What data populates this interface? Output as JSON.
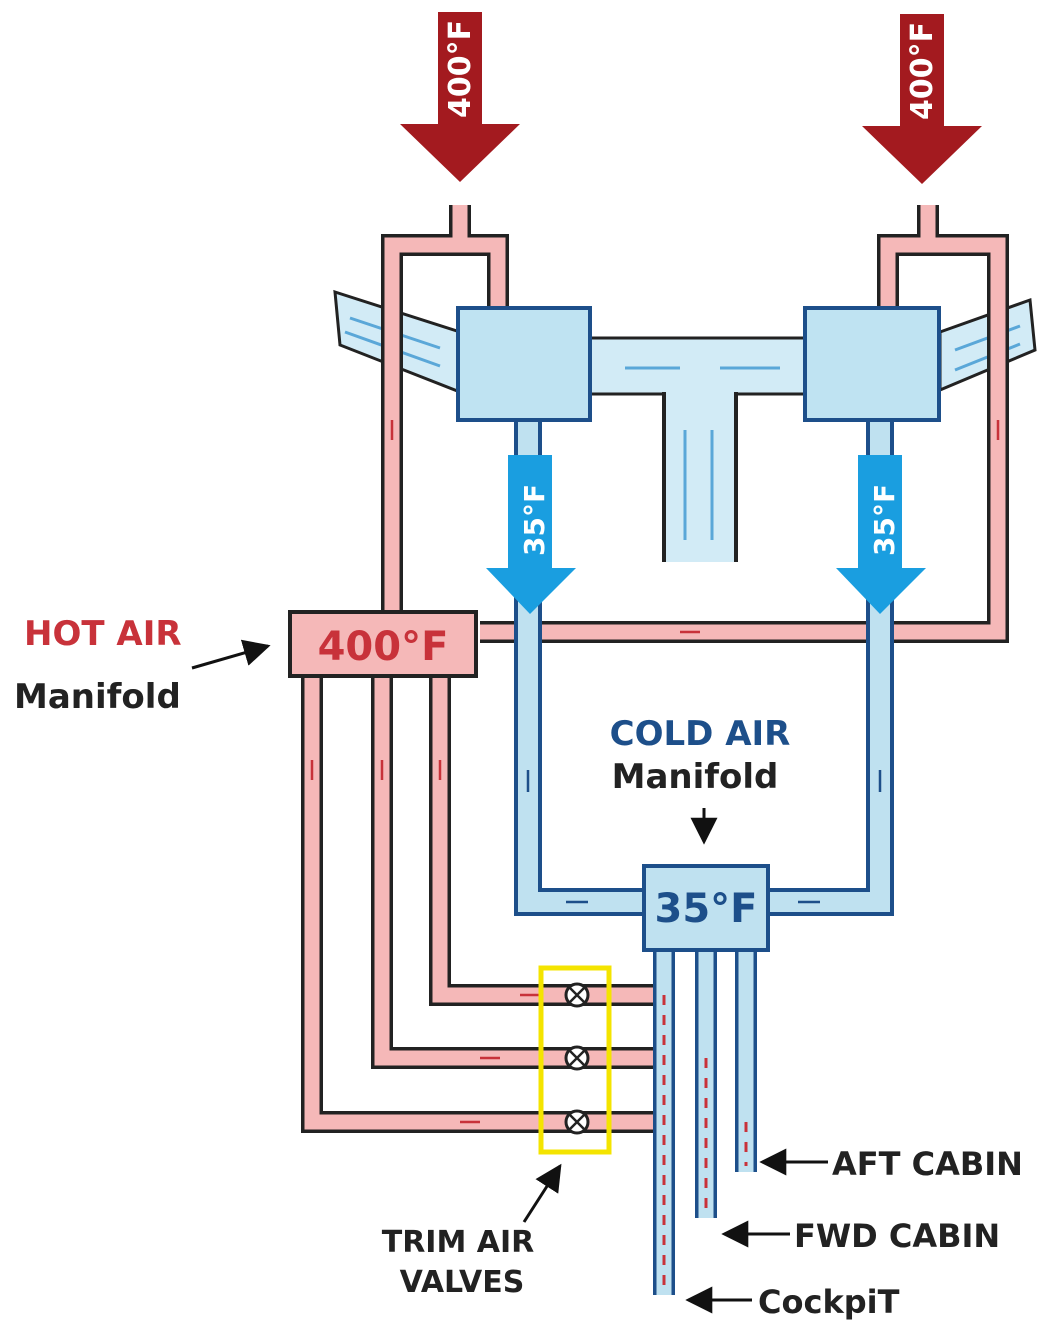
{
  "inputs": {
    "left_temp": "400°F",
    "right_temp": "400°F"
  },
  "packs": {
    "left_out_temp": "35°F",
    "right_out_temp": "35°F"
  },
  "hot_manifold": {
    "temp": "400°F",
    "title": "HOT AIR",
    "subtitle": "Manifold"
  },
  "cold_manifold": {
    "temp": "35°F",
    "title": "COLD AIR",
    "subtitle": "Manifold"
  },
  "trim_valves": {
    "label_line1": "TRIM AIR",
    "label_line2": "VALVES"
  },
  "zones": {
    "aft": "AFT CABIN",
    "fwd": "FWD CABIN",
    "cockpit": "CockpiT"
  },
  "colors": {
    "hot_pipe": "#f5b8b8",
    "hot_arrow": "#a31a1f",
    "cold_pipe": "#bfe1f0",
    "cold_arrow": "#1a9ee0",
    "pack": "#bfe3f2",
    "valve_box": "#f4e400",
    "outline": "#222222"
  }
}
